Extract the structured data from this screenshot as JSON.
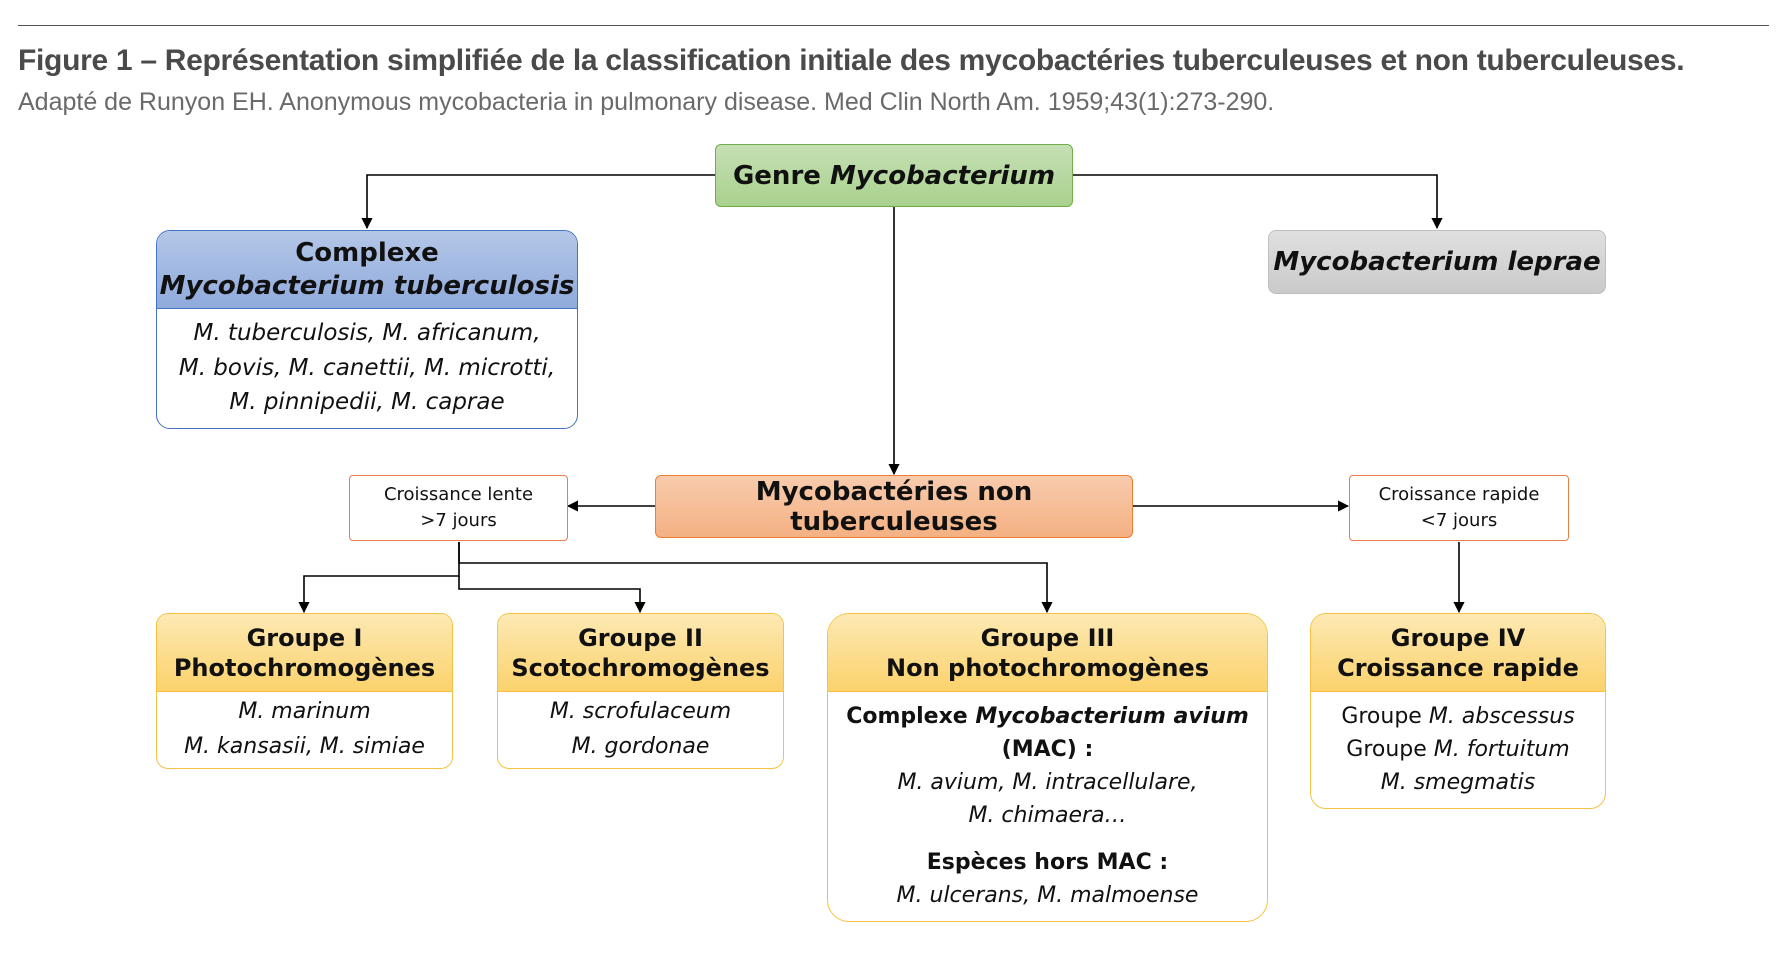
{
  "figure": {
    "title": "Figure 1 – Représentation simplifiée de la classification initiale des mycobactéries tuberculeuses et non tuberculeuses.",
    "subtitle": "Adapté de Runyon EH. Anonymous mycobacteria in pulmonary disease. Med Clin North Am. 1959;43(1):273-290."
  },
  "genus": {
    "prefix": "Genre",
    "name": "Mycobacterium",
    "color": "#a9d18e"
  },
  "tb_complex": {
    "line1": "Complexe",
    "line2": "Mycobacterium tuberculosis",
    "members": [
      "M. tuberculosis, M. africanum,",
      "M. bovis, M. canettii, M. microtti,",
      "M. pinnipedii, M. caprae"
    ],
    "color": "#8faadc"
  },
  "leprae": {
    "label": "Mycobacterium leprae",
    "color": "#d0d0d0"
  },
  "ntm": {
    "label": "Mycobactéries non tuberculeuses",
    "color": "#f4b183"
  },
  "slow": {
    "line1": "Croissance lente",
    "line2": ">7 jours"
  },
  "rapid": {
    "line1": "Croissance rapide",
    "line2": "<7 jours"
  },
  "group1": {
    "line1": "Groupe I",
    "line2": "Photochromogènes",
    "members": [
      "M. marinum",
      "M. kansasii, M. simiae"
    ]
  },
  "group2": {
    "line1": "Groupe II",
    "line2": "Scotochromogènes",
    "members": [
      "M. scrofulaceum",
      "M. gordonae"
    ]
  },
  "group3": {
    "line1": "Groupe III",
    "line2": "Non photochromogènes",
    "mac_prefix": "Complexe",
    "mac_name": "Mycobacterium avium",
    "mac_suffix": "(MAC) :",
    "mac_members": [
      "M. avium, M. intracellulare,",
      "M. chimaera…"
    ],
    "other_label": "Espèces hors MAC :",
    "other_members": "M. ulcerans, M. malmoense"
  },
  "group4": {
    "line1": "Groupe IV",
    "line2": "Croissance rapide",
    "members": [
      {
        "prefix": "Groupe",
        "name": "M. abscessus"
      },
      {
        "prefix": "Groupe",
        "name": "M. fortuitum"
      },
      {
        "prefix": "",
        "name": "M. smegmatis"
      }
    ]
  },
  "colors": {
    "group_fill": "#fbd26c",
    "group_border": "#f5c242",
    "growth_border": "#e97e4b",
    "tb_border": "#4472c4",
    "line": "#000000"
  }
}
